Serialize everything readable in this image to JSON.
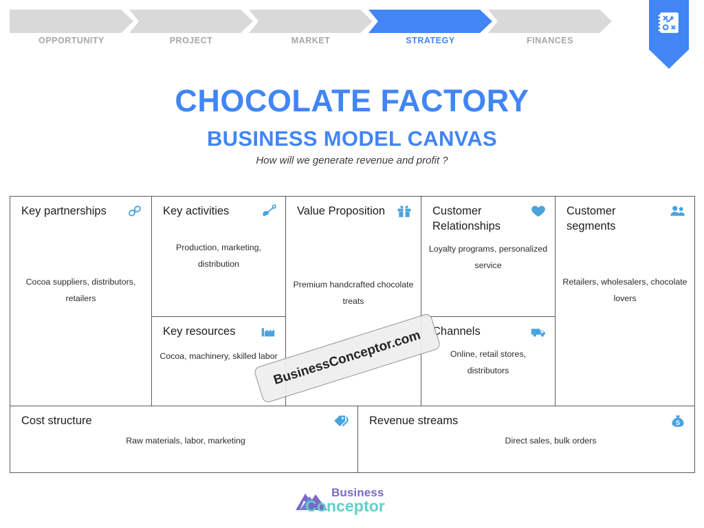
{
  "stage_nav": {
    "stages": [
      {
        "label": "OPPORTUNITY",
        "active": false
      },
      {
        "label": "PROJECT",
        "active": false
      },
      {
        "label": "MARKET",
        "active": false
      },
      {
        "label": "STRATEGY",
        "active": true
      },
      {
        "label": "FINANCES",
        "active": false
      }
    ],
    "badge_icon": "strategy-playbook-icon",
    "active_color": "#4285f4",
    "inactive_color": "#d9d9d9",
    "inactive_text_color": "#a6a6a6"
  },
  "header": {
    "title": "CHOCOLATE FACTORY",
    "subtitle": "BUSINESS MODEL CANVAS",
    "question": "How will we generate revenue and profit ?",
    "title_color": "#4285f4"
  },
  "canvas": {
    "icon_color": "#4aa3dd",
    "cells": {
      "key_partnerships": {
        "title": "Key partnerships",
        "body": "Cocoa suppliers, distributors, retailers",
        "icon": "chain-link-icon"
      },
      "key_activities": {
        "title": "Key activities",
        "body": "Production, marketing, distribution",
        "icon": "shovel-icon"
      },
      "key_resources": {
        "title": "Key resources",
        "body": "Cocoa, machinery, skilled labor",
        "icon": "factory-icon"
      },
      "value_proposition": {
        "title": "Value Proposition",
        "body": "Premium handcrafted chocolate treats",
        "icon": "gift-icon"
      },
      "customer_relationships": {
        "title": "Customer Relationships",
        "body": "Loyalty programs, personalized service",
        "icon": "heart-icon"
      },
      "channels": {
        "title": "Channels",
        "body": "Online, retail stores, distributors",
        "icon": "delivery-truck-icon"
      },
      "customer_segments": {
        "title": "Customer segments",
        "body": "Retailers, wholesalers, chocolate lovers",
        "icon": "people-group-icon"
      },
      "cost_structure": {
        "title": "Cost structure",
        "body": "Raw materials, labor, marketing",
        "icon": "price-tag-icon"
      },
      "revenue_streams": {
        "title": "Revenue streams",
        "body": "Direct sales, bulk orders",
        "icon": "money-bag-icon"
      }
    }
  },
  "watermark": {
    "text": "BusinessConceptor.com"
  },
  "footer": {
    "logo_word_1": "Business",
    "logo_word_2": "Conceptor",
    "logo_color_1": "#7a6ac4",
    "logo_color_2": "#5fd0c8",
    "logo_icon": "mountain-icon"
  }
}
